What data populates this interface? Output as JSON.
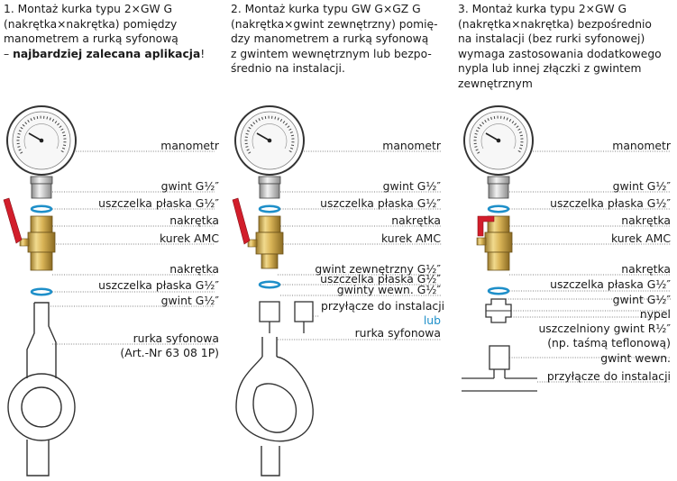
{
  "columns": [
    {
      "heading": [
        "1. Montaż kurka typu 2×GW G",
        "(nakrętka×nakrętka) pomiędzy",
        "manometrem a rurką syfonową"
      ],
      "heading_emph_prefix": "– ",
      "heading_emph": "najbardziej zalecana aplikacja",
      "heading_emph_suffix": "!",
      "labels": [
        "manometr",
        "gwint G½″",
        "uszczelka płaska G½″",
        "nakrętka",
        "kurek AMC",
        "nakrętka",
        "uszczelka płaska G½″",
        "gwint G½″",
        "rurka syfonowa",
        "(Art.-Nr 63 08 1P)"
      ]
    },
    {
      "heading": [
        "2. Montaż kurka typu GW G×GZ G",
        "(nakrętka×gwint zewnętrzny) pomię-",
        "dzy manometrem a rurką syfonową",
        "z gwintem wewnętrznym lub bezpo-",
        "średnio na instalacji."
      ],
      "labels": [
        "manometr",
        "gwint G½″",
        "uszczelka płaska G½″",
        "nakrętka",
        "kurek AMC",
        "gwint zewnętrzny G½″",
        "uszczelka płaska G½″",
        "gwinty wewn. G½″",
        "przyłącze do instalacji",
        "lub",
        "rurka syfonowa"
      ]
    },
    {
      "heading": [
        "3. Montaż kurka typu 2×GW G",
        "(nakrętka×nakrętka) bezpośrednio",
        "na instalacji (bez rurki syfonowej)",
        "wymaga zastosowania dodatkowego",
        "nypla lub innej złączki z gwintem",
        "zewnętrznym"
      ],
      "labels": [
        "manometr",
        "gwint G½″",
        "uszczelka płaska G½″",
        "nakrętka",
        "kurek AMC",
        "nakrętka",
        "uszczelka płaska G½″",
        "gwint G½″",
        "nypel",
        "uszczelniony gwint R½″",
        "(np. taśmą teflonową)",
        "gwint wewn.",
        "przyłącze do instalacji"
      ]
    }
  ]
}
